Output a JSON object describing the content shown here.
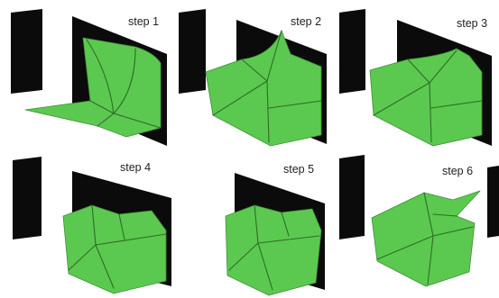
{
  "steps": [
    {
      "label": "step 1"
    },
    {
      "label": "step 2"
    },
    {
      "label": "step 3"
    },
    {
      "label": "step 4"
    },
    {
      "label": "step 5"
    },
    {
      "label": "step 6"
    }
  ],
  "colors": {
    "sheet": "#5bc94f",
    "sheet_edge": "#3f8f37",
    "crease": "#2f6b2a",
    "wall": "#0b0b0b",
    "background": "#ffffff"
  }
}
